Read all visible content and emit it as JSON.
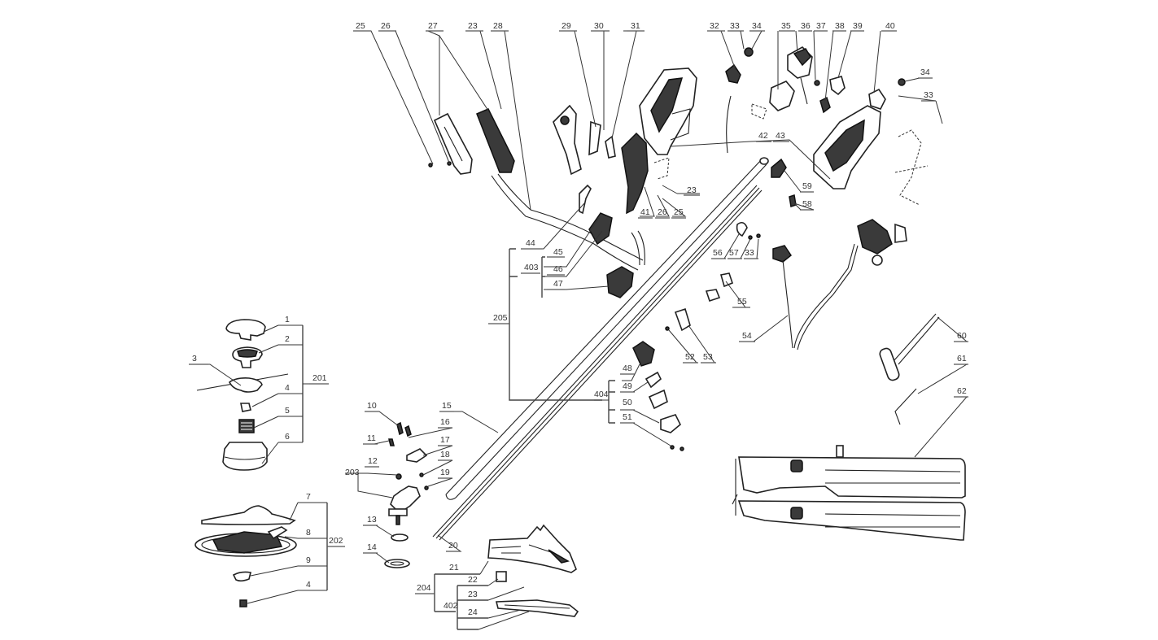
{
  "diagram": {
    "type": "exploded-parts-diagram",
    "subject": "string trimmer / brush cutter",
    "labels": {
      "p1": "1",
      "p2": "2",
      "p3": "3",
      "p4a": "4",
      "p5": "5",
      "p6": "6",
      "p7": "7",
      "p8": "8",
      "p9": "9",
      "p4b": "4",
      "p10": "10",
      "p11": "11",
      "p12": "12",
      "p13": "13",
      "p14": "14",
      "p15": "15",
      "p16": "16",
      "p17": "17",
      "p18": "18",
      "p19": "19",
      "p20": "20",
      "p21": "21",
      "p22": "22",
      "p23a": "23",
      "p24": "24",
      "p25a": "25",
      "p26a": "26",
      "p27": "27",
      "p23b": "23",
      "p28": "28",
      "p29": "29",
      "p30": "30",
      "p31": "31",
      "p32": "32",
      "p33a": "33",
      "p34a": "34",
      "p35": "35",
      "p36": "36",
      "p37": "37",
      "p38": "38",
      "p39": "39",
      "p40": "40",
      "p34b": "34",
      "p33b": "33",
      "p41": "41",
      "p26b": "26",
      "p25b": "25",
      "p23c": "23",
      "p42": "42",
      "p43": "43",
      "p44": "44",
      "p45": "45",
      "p46": "46",
      "p47": "47",
      "p48": "48",
      "p49": "49",
      "p50": "50",
      "p51": "51",
      "p52": "52",
      "p53": "53",
      "p54": "54",
      "p55": "55",
      "p56": "56",
      "p57": "57",
      "p33c": "33",
      "p58": "58",
      "p59": "59",
      "p60": "60",
      "p61": "61",
      "p62": "62"
    },
    "assemblies": {
      "a201": "201",
      "a202": "202",
      "a203": "203",
      "a204": "204",
      "a205": "205",
      "a402": "402",
      "a403": "403",
      "a404": "404"
    }
  }
}
